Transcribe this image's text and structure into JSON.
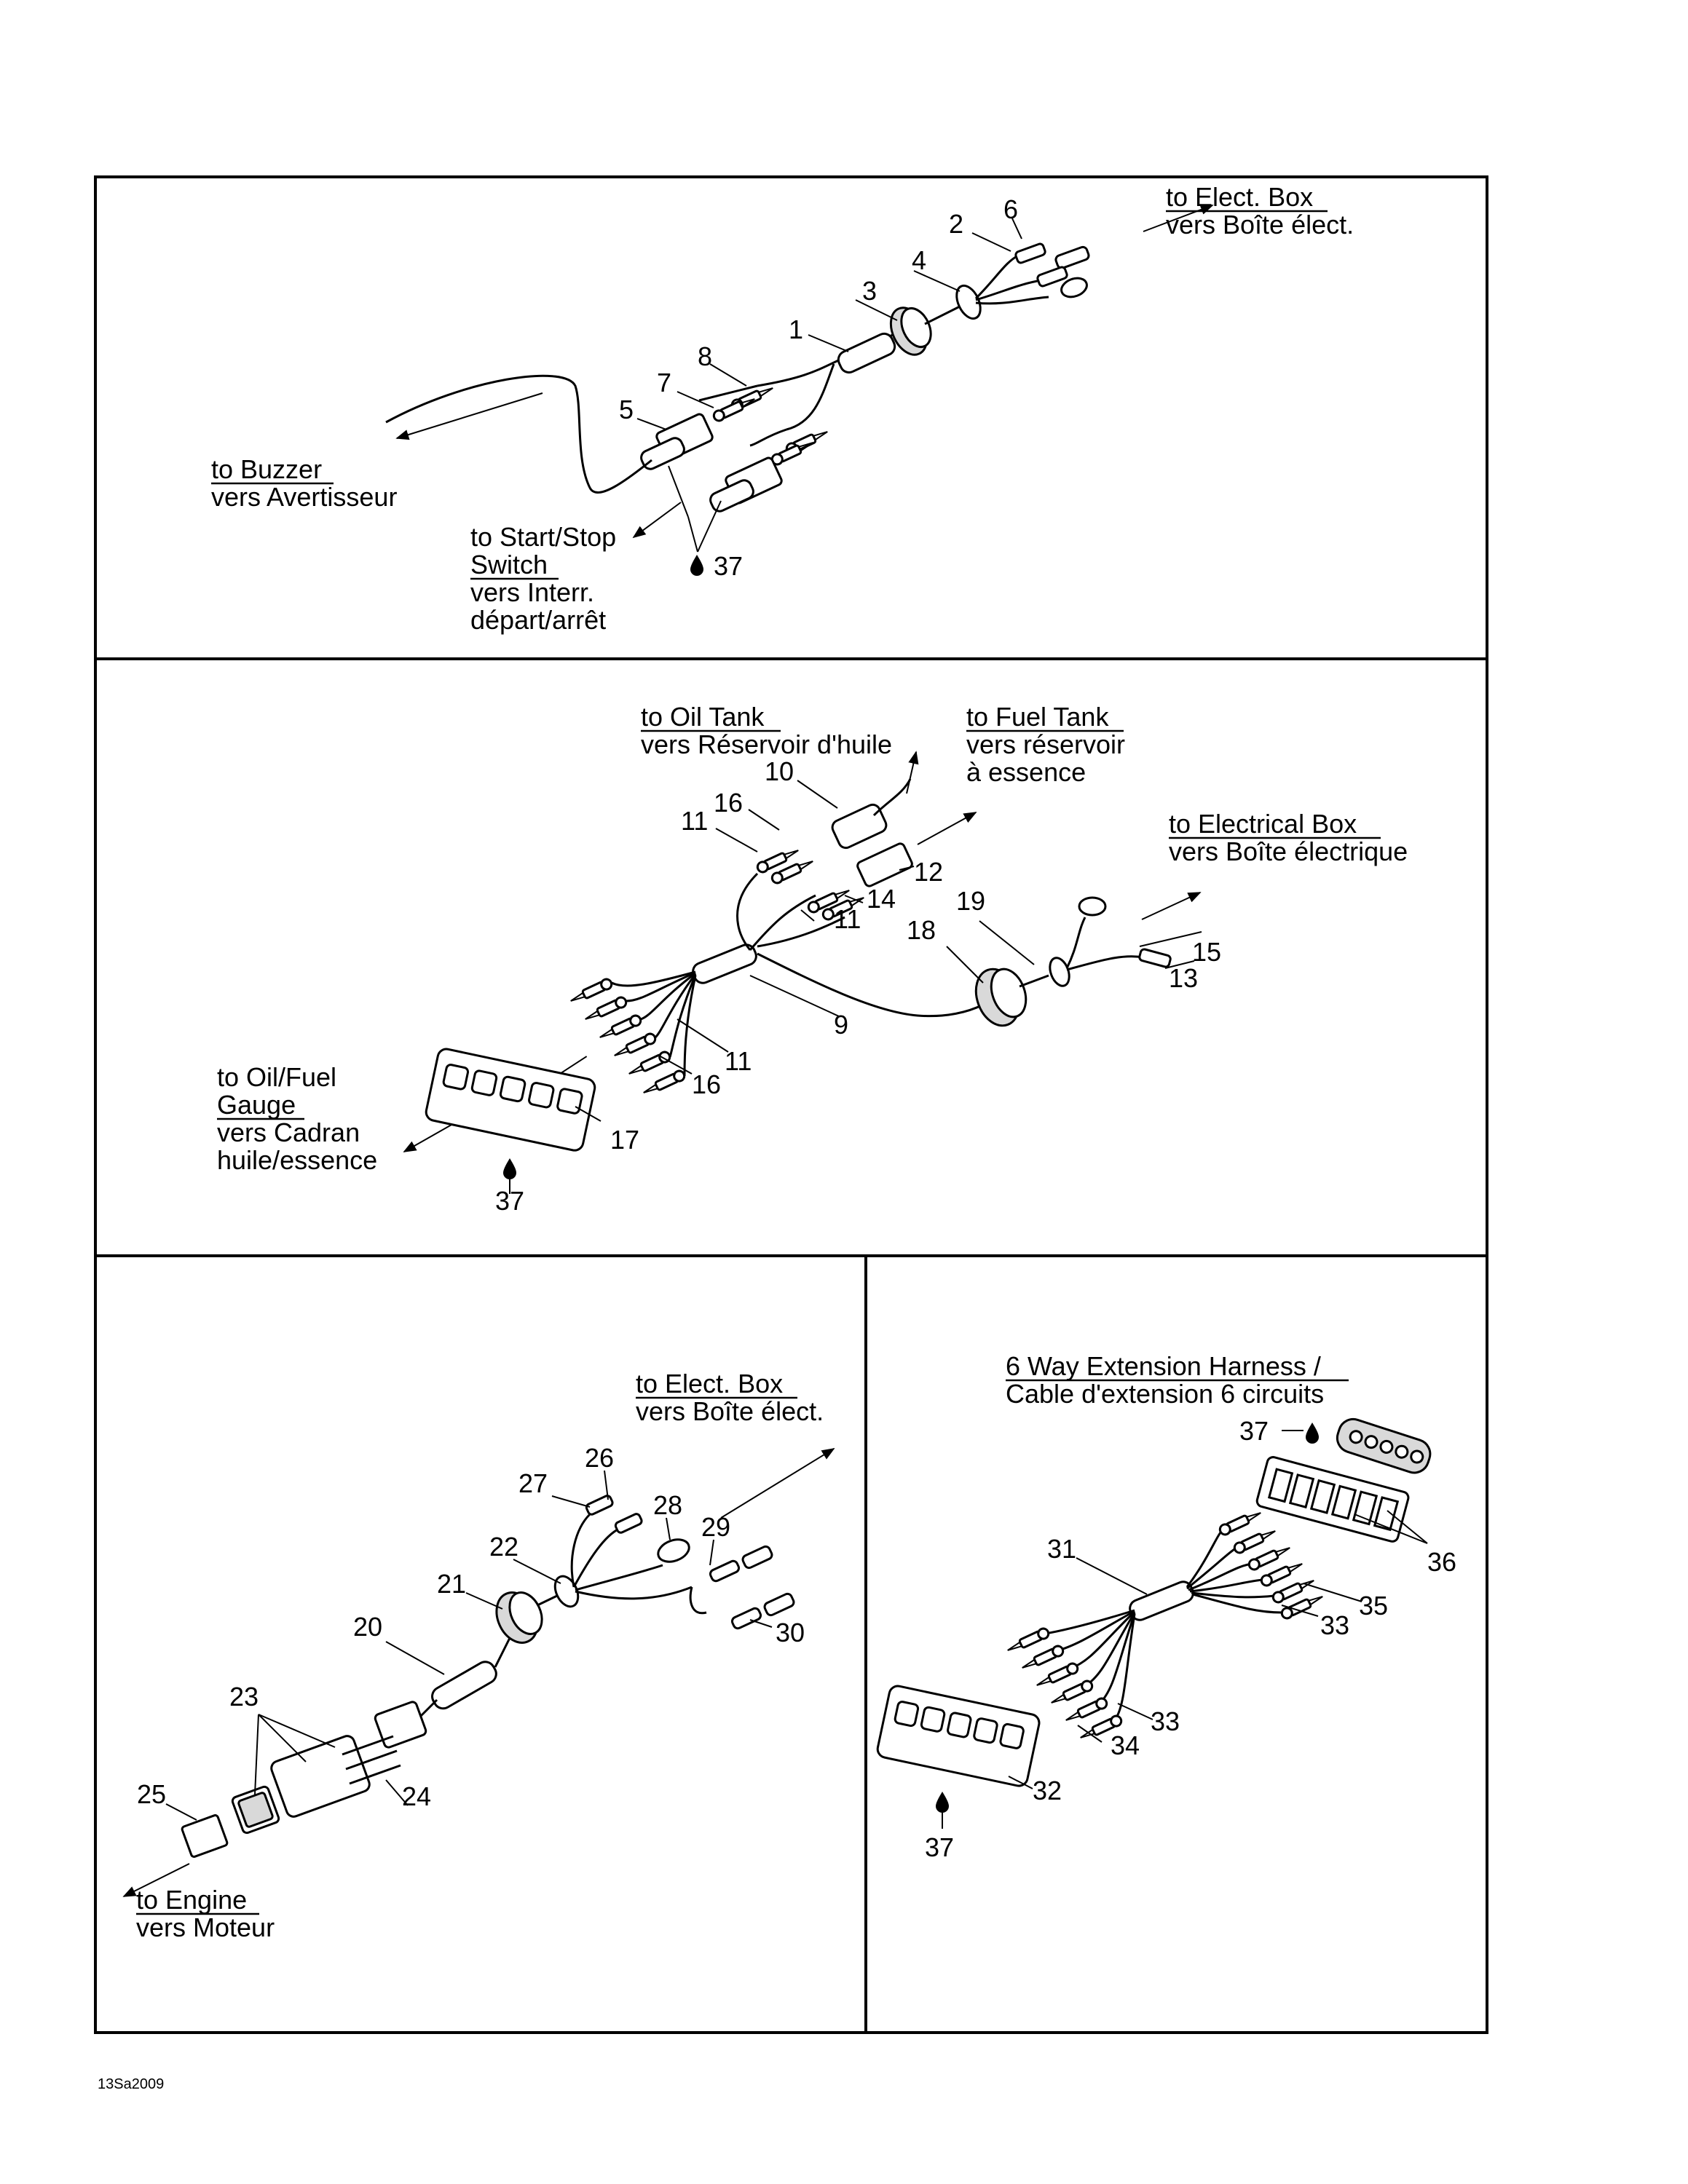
{
  "figure_code": "13Sa2009",
  "panels": {
    "top": {
      "labels": {
        "to_elect_box_en": "to Elect. Box",
        "to_elect_box_fr": "vers Boîte élect.",
        "to_buzzer_en": "to Buzzer",
        "to_buzzer_fr": "vers Avertisseur",
        "start_stop_1": "to Start/Stop",
        "start_stop_2": "Switch",
        "start_stop_fr1": "vers Interr.",
        "start_stop_fr2": "départ/arrêt"
      },
      "callouts": [
        "1",
        "2",
        "3",
        "4",
        "5",
        "6",
        "7",
        "8",
        "37"
      ]
    },
    "middle": {
      "labels": {
        "oil_tank_en": "to Oil Tank",
        "oil_tank_fr": "vers Réservoir d'huile",
        "fuel_tank_en": "to Fuel Tank",
        "fuel_tank_fr1": "vers réservoir",
        "fuel_tank_fr2": "à essence",
        "elec_box_en": "to Electrical Box",
        "elec_box_fr": "vers Boîte électrique",
        "gauge_en1": "to Oil/Fuel",
        "gauge_en2": "Gauge",
        "gauge_fr1": "vers Cadran",
        "gauge_fr2": "huile/essence"
      },
      "callouts": [
        "9",
        "10",
        "11",
        "11",
        "11",
        "12",
        "13",
        "14",
        "15",
        "16",
        "16",
        "17",
        "18",
        "19",
        "37"
      ]
    },
    "bottom_left": {
      "labels": {
        "elect_box_en": "to Elect. Box",
        "elect_box_fr": "vers Boîte élect.",
        "engine_en": "to Engine",
        "engine_fr": "vers Moteur"
      },
      "callouts": [
        "20",
        "21",
        "22",
        "23",
        "24",
        "25",
        "26",
        "27",
        "28",
        "29",
        "30"
      ]
    },
    "bottom_right": {
      "labels": {
        "title1": "6 Way Extension Harness /",
        "title2": "Cable d'extension 6 circuits"
      },
      "callouts": [
        "31",
        "32",
        "33",
        "33",
        "34",
        "35",
        "36",
        "37",
        "37"
      ]
    }
  }
}
